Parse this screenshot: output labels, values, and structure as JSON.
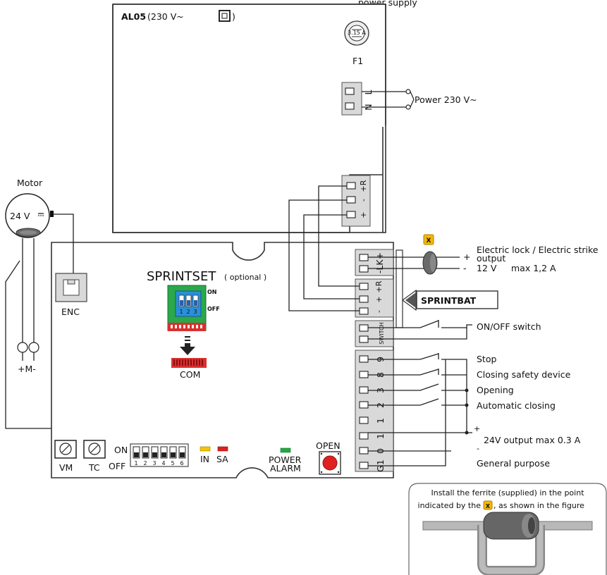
{
  "header": {
    "top_cut_text": "power supply"
  },
  "al05": {
    "name": "AL05",
    "voltage": "(230 V~",
    "voltage_close": ")",
    "fuse": "F1",
    "fuse_text": "3.15 A"
  },
  "power": {
    "label": "Power 230 V~",
    "terminal_l": "L",
    "terminal_n": "N"
  },
  "r_terminals": {
    "top": [
      "+R",
      "-",
      "+"
    ],
    "mid": [
      "+R",
      "+",
      "-"
    ]
  },
  "lk_terminal": "-LK+",
  "switch_terminal": "SWITCH",
  "motor": {
    "title": "Motor",
    "voltage": "24 V",
    "enc": "ENC",
    "leads": "+M-"
  },
  "sprintset": {
    "title": "SPRINTSET",
    "optional": "( optional )",
    "on": "ON",
    "off": "OFF",
    "com": "COM",
    "dip_numbers": [
      "1",
      "2",
      "3"
    ]
  },
  "sprintbat": "SPRINTBAT",
  "ferrite_marker": "X",
  "lock": {
    "plus": "+",
    "minus": "-",
    "line1": "Electric lock / Electric strike",
    "line2": "output",
    "line3": "12 V",
    "line3_rest": " max 1,2 A"
  },
  "switch_label": "ON/OFF switch",
  "inputs": {
    "terminals": [
      "9",
      "8",
      "3",
      "2",
      "1",
      "1",
      "0",
      "G1"
    ],
    "labels": [
      "Stop",
      "Closing safety device",
      "Opening",
      "Automatic closing"
    ],
    "output_plus": "+",
    "output_minus": "-",
    "output_label": "24V output max 0.3 A",
    "general": "General purpose"
  },
  "bottom": {
    "vm": "VM",
    "tc": "TC",
    "on": "ON",
    "off": "OFF",
    "dip_numbers": [
      "1",
      "2",
      "3",
      "4",
      "5",
      "6"
    ],
    "in": "IN",
    "sa": "SA",
    "power": "POWER",
    "alarm": "ALARM",
    "open": "OPEN"
  },
  "note": {
    "line1": "Install the ferrite (supplied) in the point",
    "line2": "indicated by the",
    "line2_end": ", as shown in the figure"
  },
  "colors": {
    "led_in": "#f5c400",
    "led_sa": "#e02020",
    "led_power": "#22aa44",
    "open_button": "#e02020",
    "dip_board": "#2aa84a",
    "dip_body": "#2a8fd6",
    "connector": "#d83030",
    "ferrite": "#6a6a6a",
    "marker": "#f5b800"
  }
}
